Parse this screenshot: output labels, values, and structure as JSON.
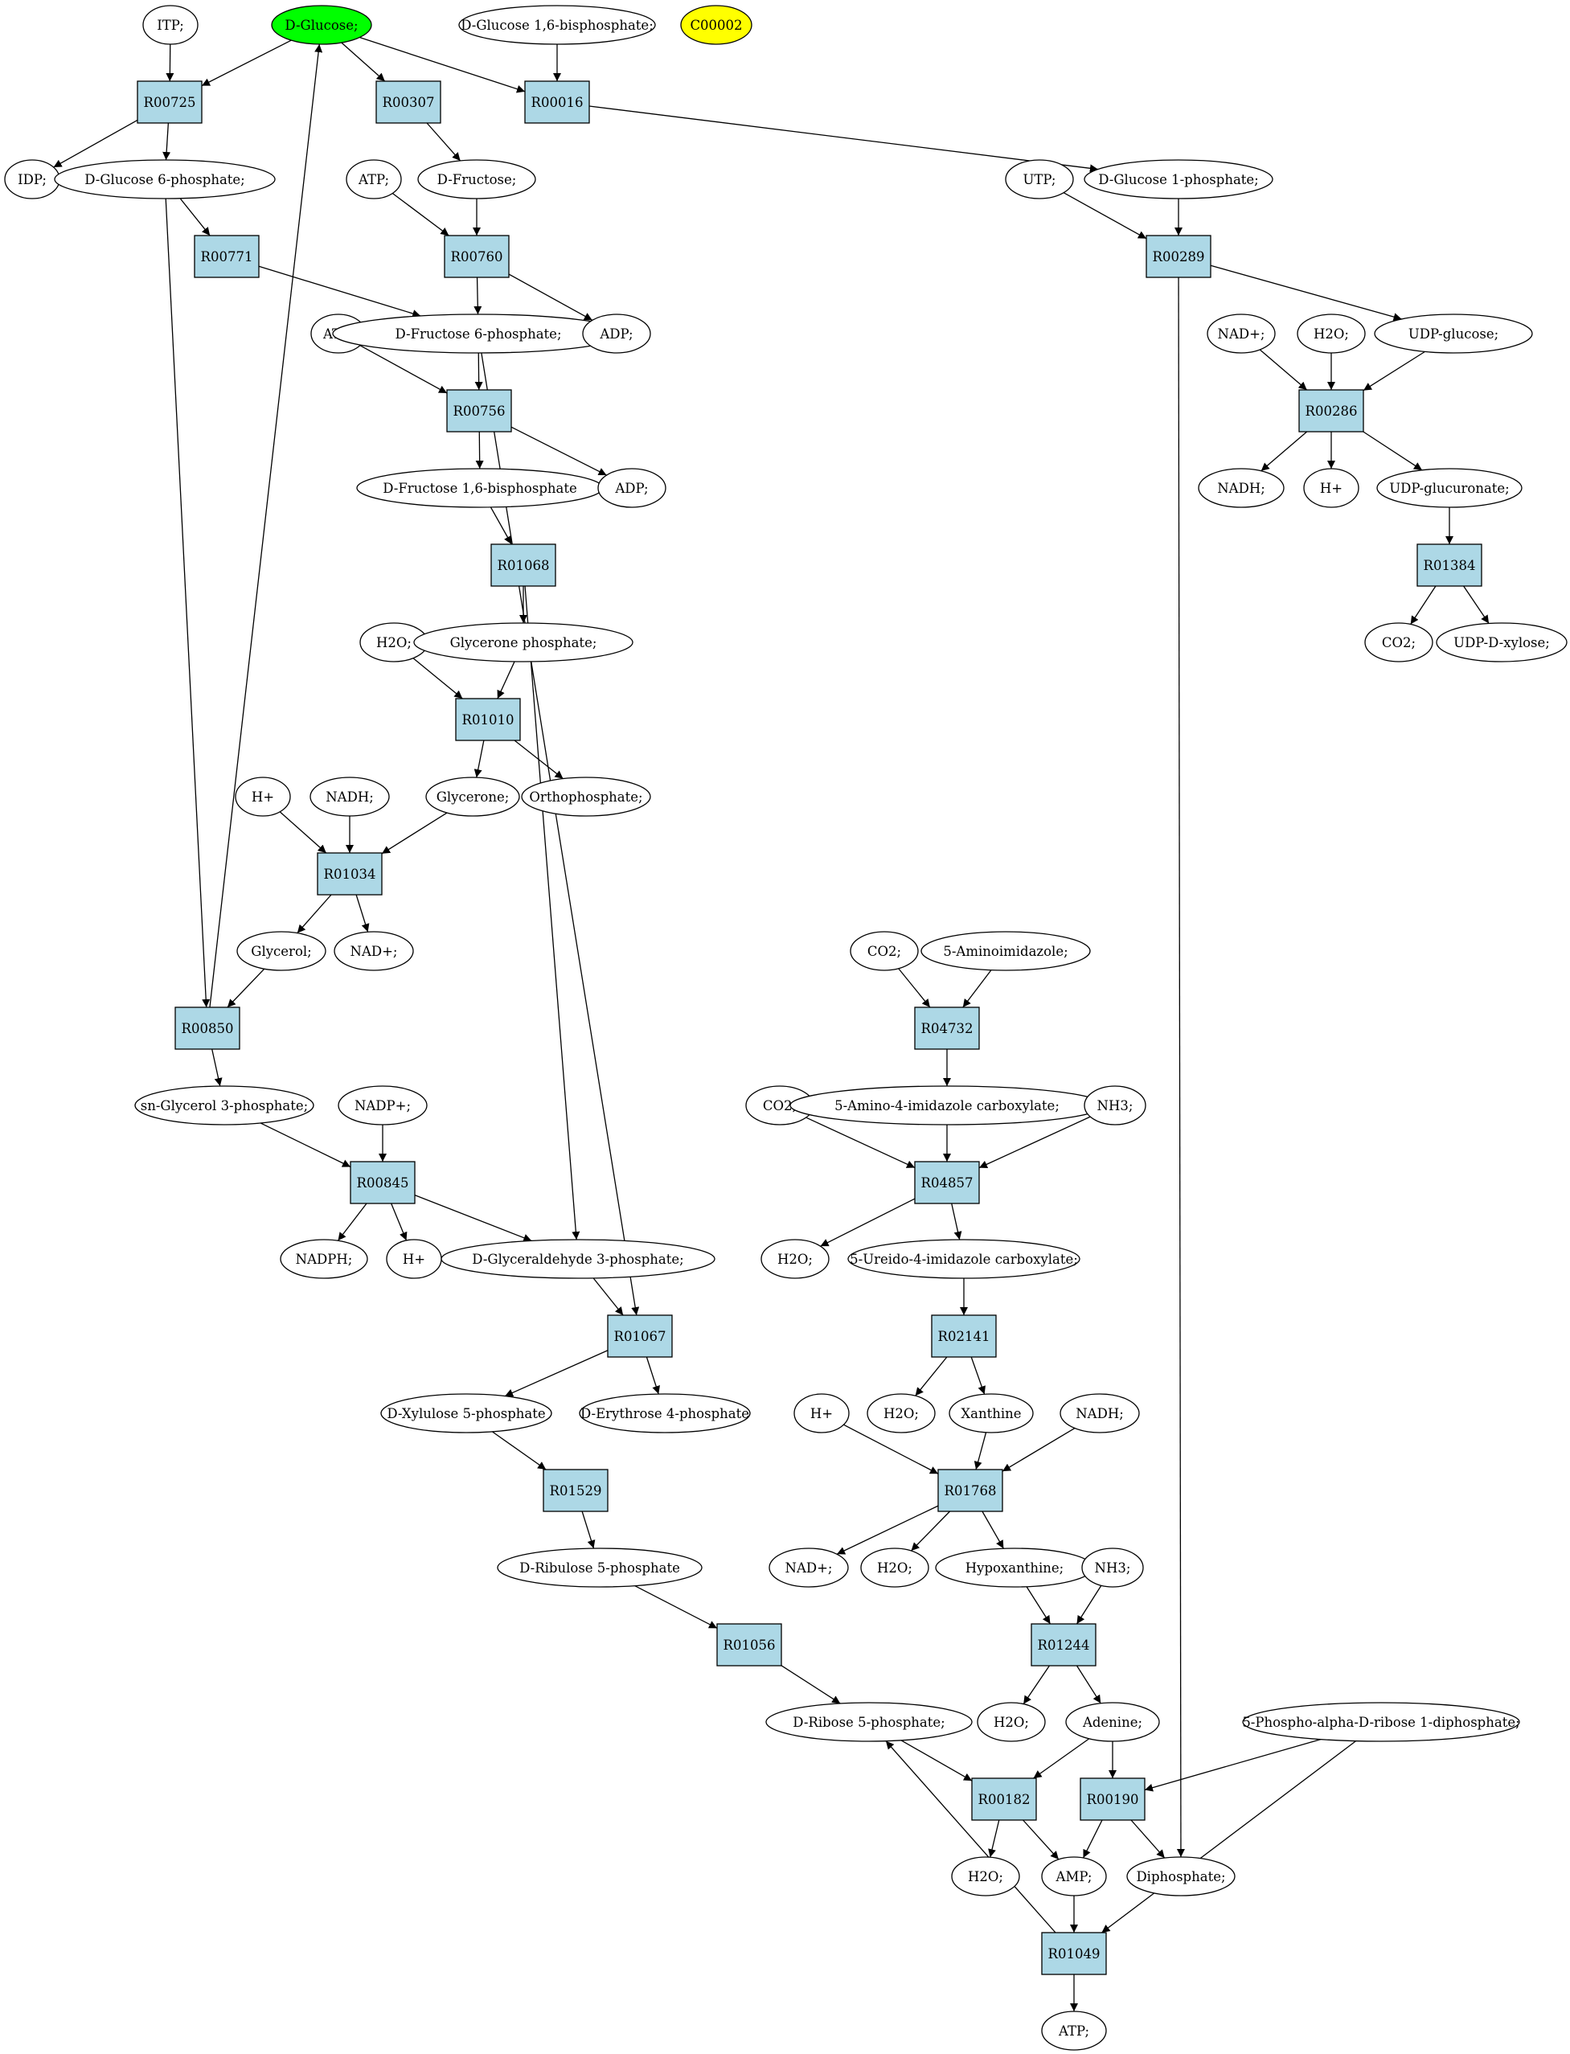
{
  "colors": {
    "reaction_fill": "#add8e6",
    "highlight_green": "#00ff00",
    "highlight_yellow": "#ffff00",
    "compound_fill": "#ffffff",
    "stroke": "#000000"
  },
  "compounds": [
    {
      "id": "c1",
      "label": "ITP;"
    },
    {
      "id": "c2",
      "label": "D-Glucose;",
      "fill": "green"
    },
    {
      "id": "c3",
      "label": "D-Glucose 1,6-bisphosphate;"
    },
    {
      "id": "c4",
      "label": "C00002",
      "fill": "yellow"
    },
    {
      "id": "c5",
      "label": "IDP;"
    },
    {
      "id": "c6",
      "label": "D-Glucose 6-phosphate;"
    },
    {
      "id": "c7",
      "label": "ATP;"
    },
    {
      "id": "c8",
      "label": "D-Fructose;"
    },
    {
      "id": "c9",
      "label": "UTP;"
    },
    {
      "id": "c10",
      "label": "D-Glucose 1-phosphate;"
    },
    {
      "id": "c11",
      "label": "ATP;"
    },
    {
      "id": "c12",
      "label": "D-Fructose 6-phosphate;"
    },
    {
      "id": "c13",
      "label": "ADP;"
    },
    {
      "id": "c14",
      "label": "NAD+;"
    },
    {
      "id": "c15",
      "label": "H2O;"
    },
    {
      "id": "c16",
      "label": "UDP-glucose;"
    },
    {
      "id": "c17",
      "label": "D-Fructose 1,6-bisphosphate"
    },
    {
      "id": "c18",
      "label": "ADP;"
    },
    {
      "id": "c19",
      "label": "NADH;"
    },
    {
      "id": "c20",
      "label": "H+"
    },
    {
      "id": "c21",
      "label": "UDP-glucuronate;"
    },
    {
      "id": "c22",
      "label": "H2O;"
    },
    {
      "id": "c23",
      "label": "Glycerone phosphate;"
    },
    {
      "id": "c24",
      "label": "CO2;"
    },
    {
      "id": "c25",
      "label": "UDP-D-xylose;"
    },
    {
      "id": "c26",
      "label": "H+"
    },
    {
      "id": "c27",
      "label": "NADH;"
    },
    {
      "id": "c28",
      "label": "Glycerone;"
    },
    {
      "id": "c29",
      "label": "Orthophosphate;"
    },
    {
      "id": "c30",
      "label": "Glycerol;"
    },
    {
      "id": "c31",
      "label": "NAD+;"
    },
    {
      "id": "c32",
      "label": "CO2;"
    },
    {
      "id": "c33",
      "label": "5-Aminoimidazole;"
    },
    {
      "id": "c34",
      "label": "sn-Glycerol 3-phosphate;"
    },
    {
      "id": "c35",
      "label": "NADP+;"
    },
    {
      "id": "c36",
      "label": "CO2;"
    },
    {
      "id": "c37",
      "label": "5-Amino-4-imidazole carboxylate;"
    },
    {
      "id": "c38",
      "label": "NH3;"
    },
    {
      "id": "c39",
      "label": "NADPH;"
    },
    {
      "id": "c40",
      "label": "H+"
    },
    {
      "id": "c41",
      "label": "D-Glyceraldehyde 3-phosphate;"
    },
    {
      "id": "c42",
      "label": "H2O;"
    },
    {
      "id": "c43",
      "label": "5-Ureido-4-imidazole carboxylate;"
    },
    {
      "id": "c44",
      "label": "D-Xylulose 5-phosphate"
    },
    {
      "id": "c45",
      "label": "D-Erythrose 4-phosphate"
    },
    {
      "id": "c46",
      "label": "H+"
    },
    {
      "id": "c47",
      "label": "H2O;"
    },
    {
      "id": "c48",
      "label": "Xanthine"
    },
    {
      "id": "c49",
      "label": "NADH;"
    },
    {
      "id": "c50",
      "label": "D-Ribulose 5-phosphate"
    },
    {
      "id": "c51",
      "label": "NAD+;"
    },
    {
      "id": "c52",
      "label": "H2O;"
    },
    {
      "id": "c53",
      "label": "Hypoxanthine;"
    },
    {
      "id": "c54",
      "label": "NH3;"
    },
    {
      "id": "c55",
      "label": "D-Ribose 5-phosphate;"
    },
    {
      "id": "c56",
      "label": "H2O;"
    },
    {
      "id": "c57",
      "label": "Adenine;"
    },
    {
      "id": "c58",
      "label": "5-Phospho-alpha-D-ribose 1-diphosphate;"
    },
    {
      "id": "c59",
      "label": "H2O;"
    },
    {
      "id": "c60",
      "label": "AMP;"
    },
    {
      "id": "c61",
      "label": "Diphosphate;"
    },
    {
      "id": "c62",
      "label": "ATP;"
    }
  ],
  "reactions": [
    {
      "id": "r1",
      "label": "R00725"
    },
    {
      "id": "r2",
      "label": "R00307"
    },
    {
      "id": "r3",
      "label": "R00016"
    },
    {
      "id": "r4",
      "label": "R00771"
    },
    {
      "id": "r5",
      "label": "R00760"
    },
    {
      "id": "r6",
      "label": "R00289"
    },
    {
      "id": "r7",
      "label": "R00756"
    },
    {
      "id": "r8",
      "label": "R00286"
    },
    {
      "id": "r9",
      "label": "R01068"
    },
    {
      "id": "r10",
      "label": "R01384"
    },
    {
      "id": "r11",
      "label": "R01010"
    },
    {
      "id": "r12",
      "label": "R01034"
    },
    {
      "id": "r13",
      "label": "R04732"
    },
    {
      "id": "r14",
      "label": "R00850"
    },
    {
      "id": "r15",
      "label": "R04857"
    },
    {
      "id": "r16",
      "label": "R00845"
    },
    {
      "id": "r17",
      "label": "R01067"
    },
    {
      "id": "r18",
      "label": "R02141"
    },
    {
      "id": "r19",
      "label": "R01529"
    },
    {
      "id": "r20",
      "label": "R01768"
    },
    {
      "id": "r21",
      "label": "R01244"
    },
    {
      "id": "r22",
      "label": "R01056"
    },
    {
      "id": "r23",
      "label": "R00182"
    },
    {
      "id": "r24",
      "label": "R00190"
    },
    {
      "id": "r25",
      "label": "R01049"
    }
  ],
  "edges": [
    [
      "c1",
      "r1"
    ],
    [
      "c2",
      "r1"
    ],
    [
      "r1",
      "c5"
    ],
    [
      "r1",
      "c6"
    ],
    [
      "c2",
      "r2"
    ],
    [
      "r2",
      "c8"
    ],
    [
      "c2",
      "r3"
    ],
    [
      "c3",
      "r3"
    ],
    [
      "r3",
      "c10"
    ],
    [
      "c6",
      "r4"
    ],
    [
      "r4",
      "c12"
    ],
    [
      "c7",
      "r5"
    ],
    [
      "c8",
      "r5"
    ],
    [
      "r5",
      "c12"
    ],
    [
      "r5",
      "c13"
    ],
    [
      "c9",
      "r6"
    ],
    [
      "c10",
      "r6"
    ],
    [
      "r6",
      "c16"
    ],
    [
      "r6",
      "c61"
    ],
    [
      "c11",
      "r7"
    ],
    [
      "c12",
      "r7"
    ],
    [
      "r7",
      "c17"
    ],
    [
      "r7",
      "c18"
    ],
    [
      "c14",
      "r8"
    ],
    [
      "c15",
      "r8"
    ],
    [
      "c16",
      "r8"
    ],
    [
      "r8",
      "c19"
    ],
    [
      "r8",
      "c20"
    ],
    [
      "r8",
      "c21"
    ],
    [
      "c17",
      "r9"
    ],
    [
      "r9",
      "c23"
    ],
    [
      "r9",
      "c41"
    ],
    [
      "c21",
      "r10"
    ],
    [
      "r10",
      "c24"
    ],
    [
      "r10",
      "c25"
    ],
    [
      "c22",
      "r11"
    ],
    [
      "c23",
      "r11"
    ],
    [
      "r11",
      "c28"
    ],
    [
      "r11",
      "c29"
    ],
    [
      "c26",
      "r12"
    ],
    [
      "c27",
      "r12"
    ],
    [
      "c28",
      "r12"
    ],
    [
      "r12",
      "c30"
    ],
    [
      "r12",
      "c31"
    ],
    [
      "c32",
      "r13"
    ],
    [
      "c33",
      "r13"
    ],
    [
      "r13",
      "c37"
    ],
    [
      "c6",
      "r14"
    ],
    [
      "c30",
      "r14"
    ],
    [
      "r14",
      "c2"
    ],
    [
      "r14",
      "c34"
    ],
    [
      "c36",
      "r15"
    ],
    [
      "c37",
      "r15"
    ],
    [
      "c38",
      "r15"
    ],
    [
      "r15",
      "c42"
    ],
    [
      "r15",
      "c43"
    ],
    [
      "c34",
      "r16"
    ],
    [
      "c35",
      "r16"
    ],
    [
      "r16",
      "c39"
    ],
    [
      "r16",
      "c40"
    ],
    [
      "r16",
      "c41"
    ],
    [
      "c41",
      "r17"
    ],
    [
      "c12",
      "r17"
    ],
    [
      "r17",
      "c44"
    ],
    [
      "r17",
      "c45"
    ],
    [
      "c43",
      "r18"
    ],
    [
      "r18",
      "c47"
    ],
    [
      "r18",
      "c48"
    ],
    [
      "c44",
      "r19"
    ],
    [
      "r19",
      "c50"
    ],
    [
      "c46",
      "r20"
    ],
    [
      "c48",
      "r20"
    ],
    [
      "c49",
      "r20"
    ],
    [
      "r20",
      "c51"
    ],
    [
      "r20",
      "c52"
    ],
    [
      "r20",
      "c53"
    ],
    [
      "c53",
      "r21"
    ],
    [
      "c54",
      "r21"
    ],
    [
      "r21",
      "c56"
    ],
    [
      "r21",
      "c57"
    ],
    [
      "c50",
      "r22"
    ],
    [
      "r22",
      "c55"
    ],
    [
      "c55",
      "r23"
    ],
    [
      "c57",
      "r23"
    ],
    [
      "r23",
      "c59"
    ],
    [
      "r23",
      "c60"
    ],
    [
      "c57",
      "r24"
    ],
    [
      "c58",
      "r24"
    ],
    [
      "r24",
      "c60"
    ],
    [
      "r24",
      "c61"
    ],
    [
      "c60",
      "r25"
    ],
    [
      "c58",
      "r25"
    ],
    [
      "r25",
      "c55"
    ],
    [
      "r25",
      "c62"
    ]
  ]
}
